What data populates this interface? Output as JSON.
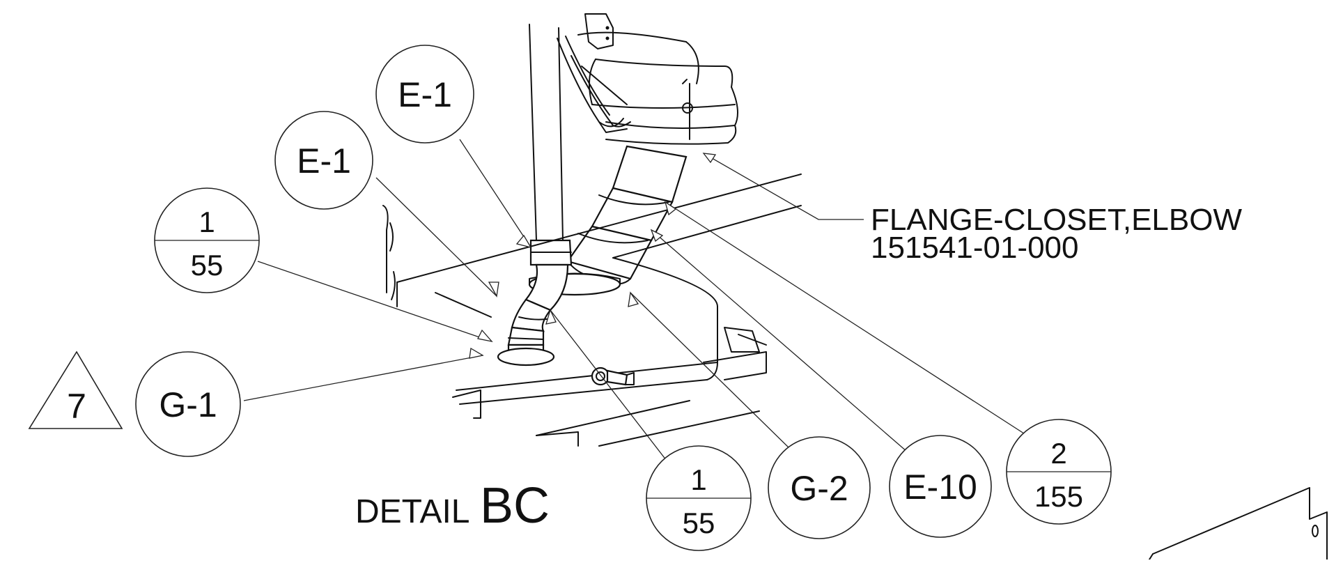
{
  "detail": {
    "prefix": "DETAIL",
    "id": "BC"
  },
  "part_note": {
    "name": "FLANGE-CLOSET,ELBOW",
    "number": "151541-01-000"
  },
  "callouts": [
    {
      "key": "e1_top",
      "text": "E-1"
    },
    {
      "key": "e1_left",
      "text": "E-1"
    },
    {
      "key": "g1",
      "text": "G-1"
    },
    {
      "key": "g2",
      "text": "G-2"
    },
    {
      "key": "e10",
      "text": "E-10"
    }
  ],
  "fraction_callouts": [
    {
      "key": "left",
      "numerator": "1",
      "denominator": "55"
    },
    {
      "key": "bottom",
      "numerator": "1",
      "denominator": "55"
    },
    {
      "key": "right",
      "numerator": "2",
      "denominator": "155"
    }
  ],
  "revision_flag": {
    "text": "7"
  }
}
